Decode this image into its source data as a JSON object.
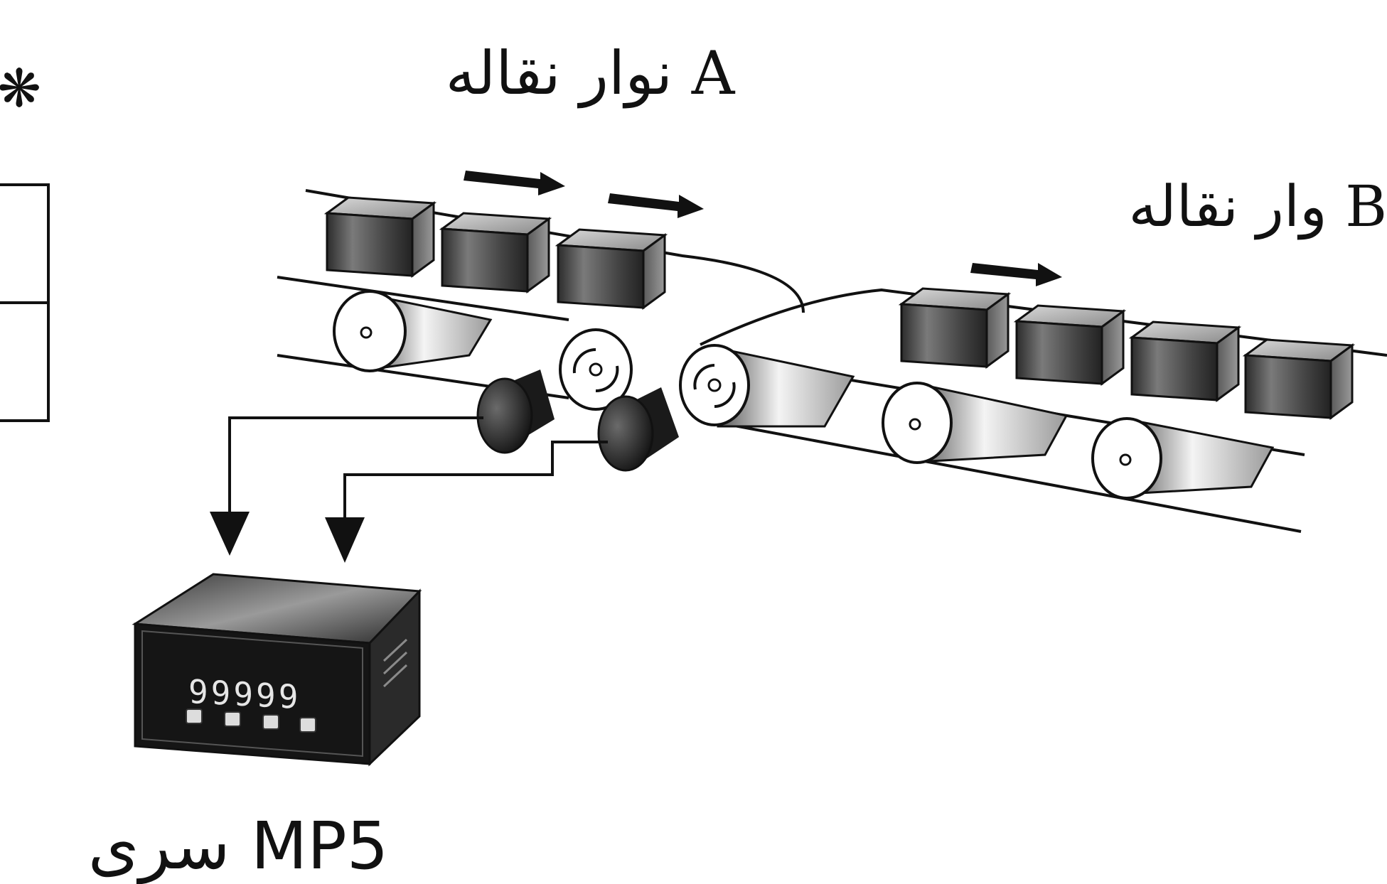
{
  "labels": {
    "conveyor_a": "نوار نقاله A",
    "conveyor_b": "وار نقاله B",
    "device": "سری MP5",
    "asterisk": "❋"
  },
  "counter": {
    "display_value": "99999"
  },
  "colors": {
    "ink": "#111111",
    "box_dark": "#3a3a3a",
    "box_mid": "#6f6f6f",
    "box_light": "#b9b9b9",
    "sensor": "#2a2a2a"
  }
}
